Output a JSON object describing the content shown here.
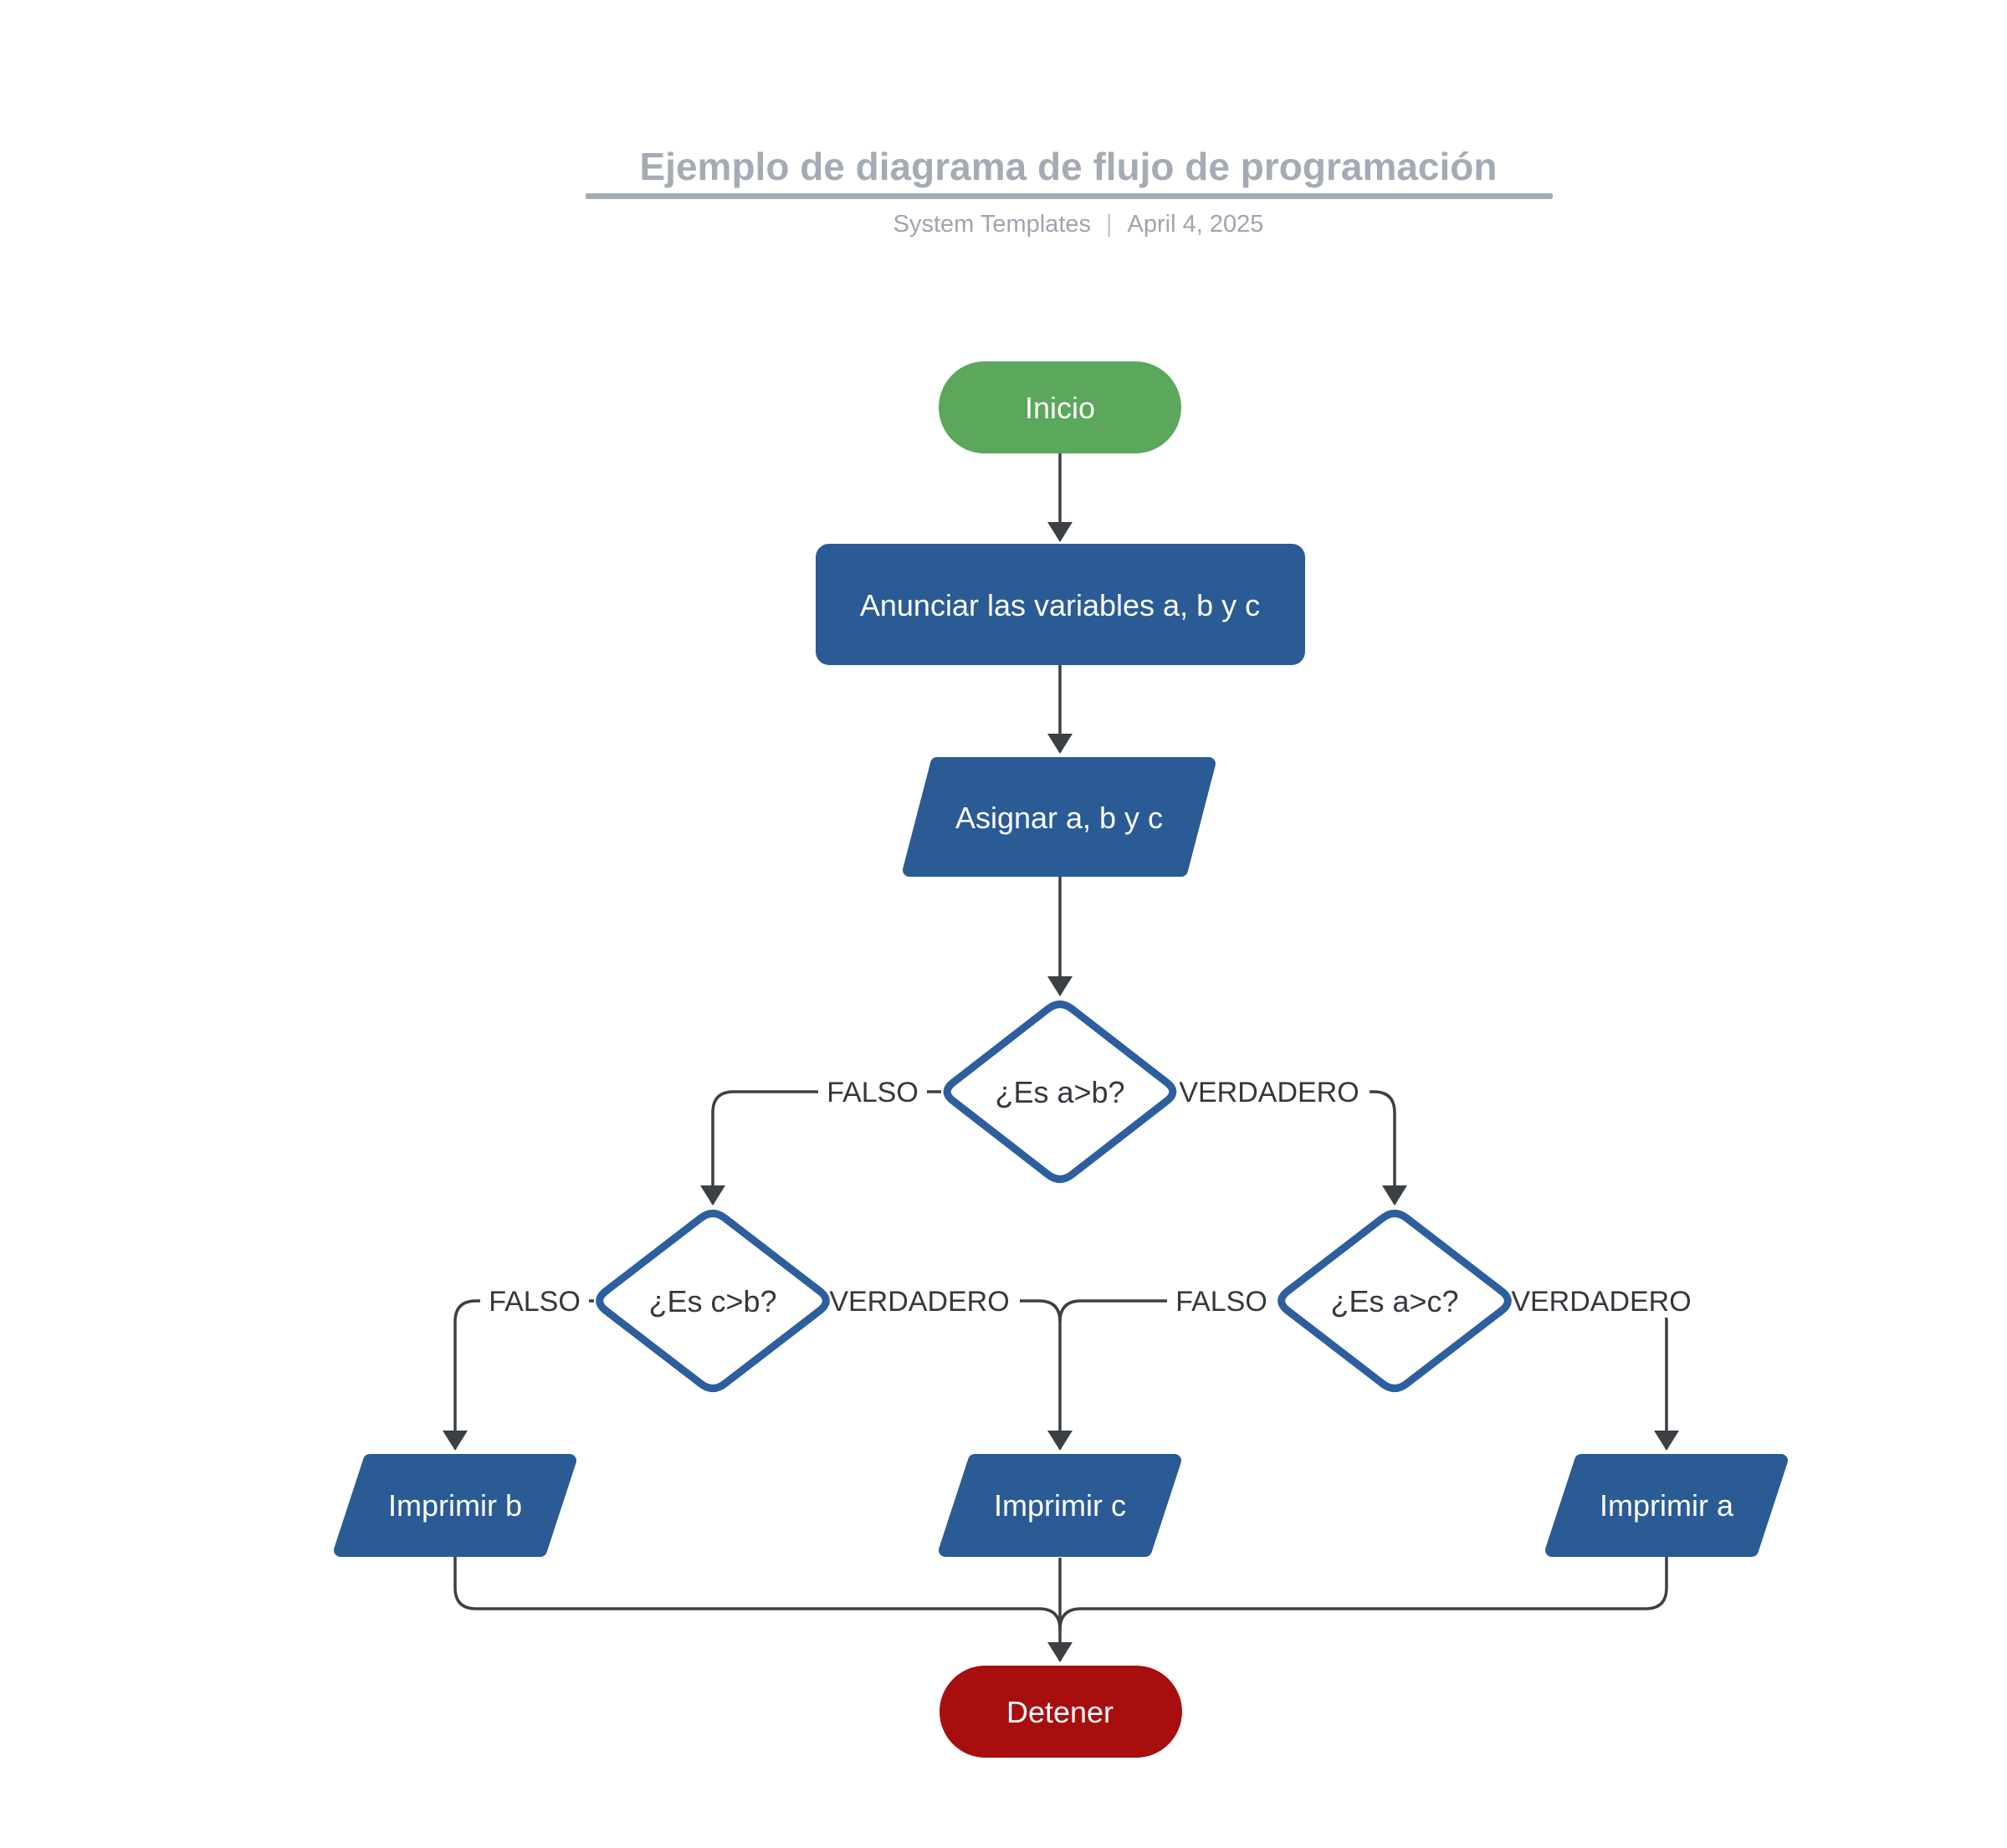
{
  "header": {
    "title": "Ejemplo de diagrama de flujo de programación",
    "byline": "System Templates",
    "separator": "|",
    "date": "April 4, 2025"
  },
  "colors": {
    "start_fill": "#5BA75C",
    "process_fill": "#2A5B94",
    "io_fill": "#2A5B94",
    "decision_stroke": "#2D5F9F",
    "end_fill": "#A80E0E",
    "connector": "#3C4045",
    "title_gray": "#A5ABB4",
    "subtitle_gray": "#9EA5AF",
    "branch_text": "#34383D",
    "node_text": "#FFFFFF"
  },
  "nodes": {
    "start": {
      "label": "Inicio",
      "type": "terminator"
    },
    "declare": {
      "label": "Anunciar las variables a, b y c",
      "type": "process"
    },
    "assign": {
      "label": "Asignar a, b y c",
      "type": "input-output"
    },
    "decision1": {
      "label": "¿Es a>b?",
      "type": "decision"
    },
    "decision2": {
      "label": "¿Es c>b?",
      "type": "decision"
    },
    "decision3": {
      "label": "¿Es a>c?",
      "type": "decision"
    },
    "print_b": {
      "label": "Imprimir b",
      "type": "input-output"
    },
    "print_c": {
      "label": "Imprimir c",
      "type": "input-output"
    },
    "print_a": {
      "label": "Imprimir a",
      "type": "input-output"
    },
    "end": {
      "label": "Detener",
      "type": "terminator"
    }
  },
  "branch_labels": {
    "d1_false": "FALSO",
    "d1_true": "VERDADERO",
    "d2_false": "FALSO",
    "d2_true": "VERDADERO",
    "d3_false": "FALSO",
    "d3_true": "VERDADERO"
  }
}
